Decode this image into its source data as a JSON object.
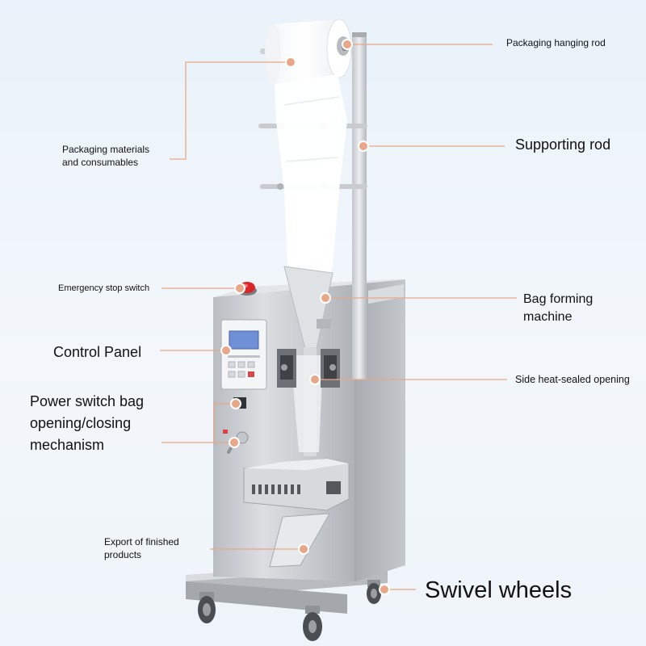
{
  "callouts": [
    {
      "id": "packaging-hanging-rod",
      "text": "Packaging hanging rod"
    },
    {
      "id": "packaging-materials",
      "text": "Packaging materials and consumables"
    },
    {
      "id": "supporting-rod",
      "text": "Supporting rod"
    },
    {
      "id": "emergency-stop-switch",
      "text": "Emergency stop switch"
    },
    {
      "id": "bag-forming-machine",
      "text": "Bag forming machine"
    },
    {
      "id": "control-panel",
      "text": "Control Panel"
    },
    {
      "id": "side-heat-sealed-opening",
      "text": "Side heat-sealed opening"
    },
    {
      "id": "power-switch-mechanism",
      "text": "Power switch bag opening/closing mechanism"
    },
    {
      "id": "export-finished-products",
      "text": "Export of finished products"
    },
    {
      "id": "swivel-wheels",
      "text": "Swivel wheels"
    }
  ],
  "colors": {
    "leader_line": "#e8a788",
    "leader_dot": "#e8a788",
    "machine_body": "#c9ccd0",
    "film": "#ffffff",
    "emergency_button": "#d8262b",
    "panel_screen": "#6f8fd6"
  }
}
